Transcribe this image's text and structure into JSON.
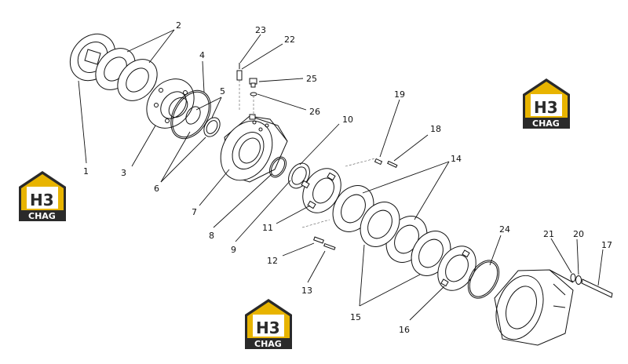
{
  "logo": {
    "mark": "H3",
    "caption": "CHAG",
    "color_gold": "#e8b400",
    "color_dark": "#2a2a2a"
  },
  "callouts": [
    {
      "id": "c1",
      "label": "1"
    },
    {
      "id": "c2",
      "label": "2"
    },
    {
      "id": "c3",
      "label": "3"
    },
    {
      "id": "c4",
      "label": "4"
    },
    {
      "id": "c5",
      "label": "5"
    },
    {
      "id": "c6",
      "label": "6"
    },
    {
      "id": "c7",
      "label": "7"
    },
    {
      "id": "c8",
      "label": "8"
    },
    {
      "id": "c9",
      "label": "9"
    },
    {
      "id": "c10",
      "label": "10"
    },
    {
      "id": "c11",
      "label": "11"
    },
    {
      "id": "c12",
      "label": "12"
    },
    {
      "id": "c13",
      "label": "13"
    },
    {
      "id": "c14",
      "label": "14"
    },
    {
      "id": "c15",
      "label": "15"
    },
    {
      "id": "c16",
      "label": "16"
    },
    {
      "id": "c17",
      "label": "17"
    },
    {
      "id": "c18",
      "label": "18"
    },
    {
      "id": "c19",
      "label": "19"
    },
    {
      "id": "c20",
      "label": "20"
    },
    {
      "id": "c21",
      "label": "21"
    },
    {
      "id": "c22",
      "label": "22"
    },
    {
      "id": "c23",
      "label": "23"
    },
    {
      "id": "c24",
      "label": "24"
    },
    {
      "id": "c25",
      "label": "25"
    },
    {
      "id": "c26",
      "label": "26"
    }
  ]
}
